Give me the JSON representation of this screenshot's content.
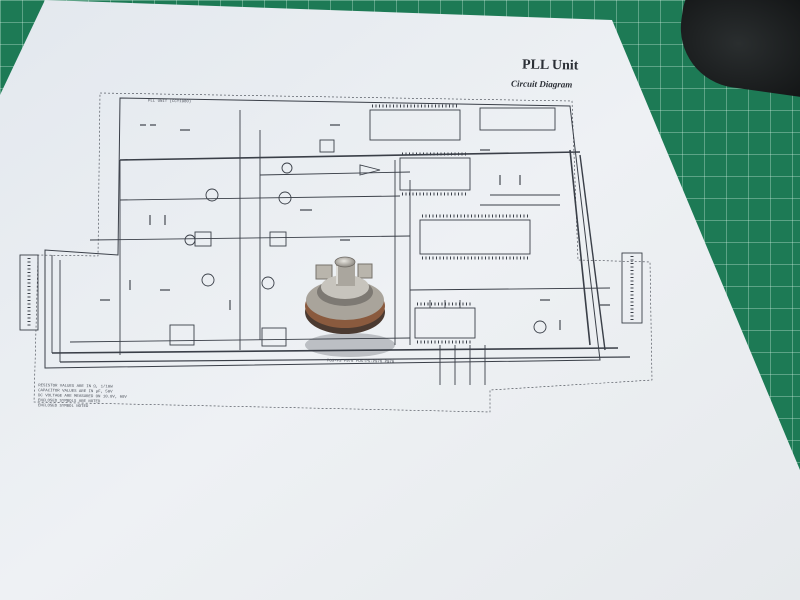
{
  "document": {
    "title": "PLL Unit",
    "subtitle": "Circuit Diagram",
    "schematic_title": "PLL UNIT (CCY1980)",
    "bottom_label": "POS-PS P976 POS-PS-P976 P976",
    "notes": [
      "RESISTOR VALUES ARE IN Ω, 1/10W",
      "CAPACITOR VALUES ARE IN µF, 50V",
      "DC VOLTAGE ARE MEASURED ON 10.0V, 60V",
      "ENCLOSED SYMBOLS ARE NOTED",
      "ENCLOSED SYMBOL NOTED"
    ]
  },
  "scene": {
    "surface": "green cutting mat",
    "object": "rotary potentiometer"
  },
  "colors": {
    "mat": "#1d7a55",
    "paper": "#e9edf1",
    "ink": "#3a3f48",
    "pot_metal": "#b9b5ac",
    "pot_body": "#8a5a3e"
  }
}
